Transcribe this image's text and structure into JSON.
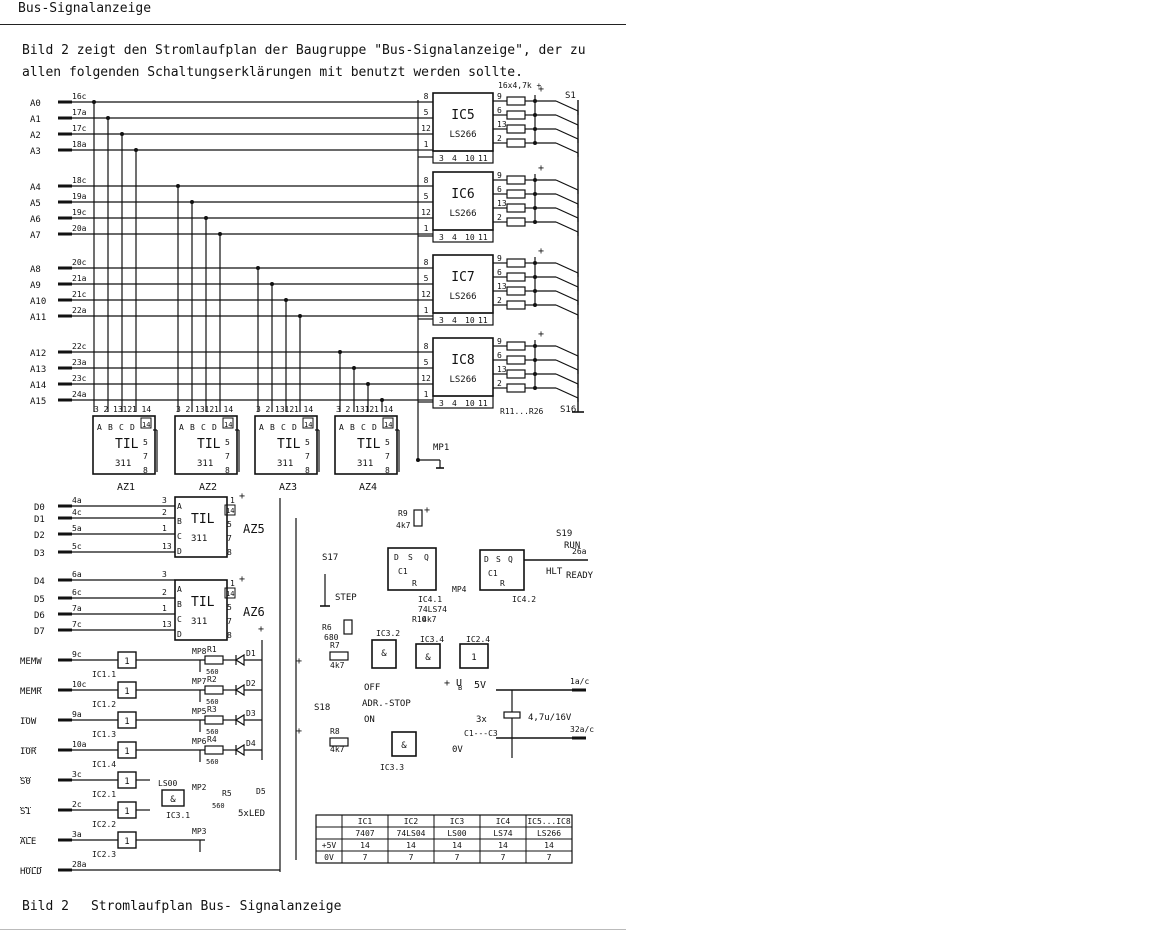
{
  "header": "Bus-Signalanzeige",
  "intro": "Bild 2 zeigt den Stromlaufplan der Baugruppe \"Bus-Signalanzeige\", der zu allen folgenden Schaltungserklärungen mit benutzt werden sollte.",
  "caption": {
    "number": "Bild 2",
    "text": "Stromlaufplan Bus- Signalanzeige"
  },
  "address_lines": [
    {
      "signal": "A0",
      "pin": "16c"
    },
    {
      "signal": "A1",
      "pin": "17a"
    },
    {
      "signal": "A2",
      "pin": "17c"
    },
    {
      "signal": "A3",
      "pin": "18a"
    },
    {
      "signal": "A4",
      "pin": "18c"
    },
    {
      "signal": "A5",
      "pin": "19a"
    },
    {
      "signal": "A6",
      "pin": "19c"
    },
    {
      "signal": "A7",
      "pin": "20a"
    },
    {
      "signal": "A8",
      "pin": "20c"
    },
    {
      "signal": "A9",
      "pin": "21a"
    },
    {
      "signal": "A10",
      "pin": "21c"
    },
    {
      "signal": "A11",
      "pin": "22a"
    },
    {
      "signal": "A12",
      "pin": "22c"
    },
    {
      "signal": "A13",
      "pin": "23a"
    },
    {
      "signal": "A14",
      "pin": "23c"
    },
    {
      "signal": "A15",
      "pin": "24a"
    }
  ],
  "data_lines": [
    {
      "signal": "D0",
      "pin": "4a"
    },
    {
      "signal": "D1",
      "pin": "4c"
    },
    {
      "signal": "D2",
      "pin": "5a"
    },
    {
      "signal": "D3",
      "pin": "5c"
    },
    {
      "signal": "D4",
      "pin": "6a"
    },
    {
      "signal": "D5",
      "pin": "6c"
    },
    {
      "signal": "D6",
      "pin": "7a"
    },
    {
      "signal": "D7",
      "pin": "7c"
    }
  ],
  "control_lines": [
    {
      "signal": "MEMW",
      "pin": "9c",
      "gate": "IC1.1",
      "mp": "MP8",
      "res": "R1",
      "rv": "560",
      "led": "D1"
    },
    {
      "signal": "MEMR",
      "pin": "10c",
      "gate": "IC1.2",
      "mp": "MP7",
      "res": "R2",
      "rv": "560",
      "led": "D2"
    },
    {
      "signal": "IOW",
      "pin": "9a",
      "gate": "IC1.3",
      "mp": "MP5",
      "res": "R3",
      "rv": "560",
      "led": "D3"
    },
    {
      "signal": "IOR",
      "pin": "10a",
      "gate": "IC1.4",
      "mp": "MP6",
      "res": "R4",
      "rv": "560",
      "led": "D4"
    },
    {
      "signal": "S0",
      "pin": "3c",
      "gate": "IC2.1"
    },
    {
      "signal": "S1",
      "pin": "2c",
      "gate": "IC2.2"
    },
    {
      "signal": "ALE",
      "pin": "3a",
      "gate": "IC2.3",
      "mp": "MP3"
    },
    {
      "signal": "HOLD",
      "pin": "28a"
    }
  ],
  "comparators": [
    {
      "name": "IC5",
      "type": "LS266"
    },
    {
      "name": "IC6",
      "type": "LS266"
    },
    {
      "name": "IC7",
      "type": "LS266"
    },
    {
      "name": "IC8",
      "type": "LS266"
    }
  ],
  "comparator_in_pins": [
    "8",
    "5",
    "12",
    "1"
  ],
  "comparator_out_pins": [
    "9",
    "6",
    "13",
    "2"
  ],
  "comparator_bottom_pins": [
    "3",
    "4",
    "10",
    "11"
  ],
  "displays": [
    {
      "name": "AZ1",
      "type": "TIL",
      "num": "311"
    },
    {
      "name": "AZ2",
      "type": "TIL",
      "num": "311"
    },
    {
      "name": "AZ3",
      "type": "TIL",
      "num": "311"
    },
    {
      "name": "AZ4",
      "type": "TIL",
      "num": "311"
    },
    {
      "name": "AZ5",
      "type": "TIL",
      "num": "311"
    },
    {
      "name": "AZ6",
      "type": "TIL",
      "num": "311"
    }
  ],
  "display_top_pins": [
    "3",
    "2",
    "13",
    "12",
    "1",
    "14"
  ],
  "display_inputs": [
    "A",
    "B",
    "C",
    "D"
  ],
  "display_right_pins": [
    "5",
    "7",
    "8"
  ],
  "resistor_network": {
    "value": "16x4,7k",
    "range": "R11...R26"
  },
  "switches": {
    "first": "S1",
    "last": "S16"
  },
  "misc": {
    "plus": "+",
    "mp1": "MP1",
    "mp2": "MP2",
    "mp4": "MP4",
    "r9": "R9",
    "r9v": "4k7",
    "r10": "R10",
    "r10v": "4k7",
    "r6": "R6",
    "r6v": "680",
    "r7": "R7",
    "r7v": "4k7",
    "r8": "R8",
    "r8v": "4k7",
    "r5": "R5",
    "r5v": "560",
    "d5": "D5",
    "led5": "5xLED",
    "s17": "S17",
    "step": "STEP",
    "s18": "S18",
    "off": "OFF",
    "on": "ON",
    "adrstop": "ADR.-STOP",
    "s19": "S19",
    "run": "RUN",
    "hlt": "HLT",
    "ready": "READY",
    "pin26a": "26a",
    "ic41": "IC4.1",
    "ic42": "IC4.2",
    "ls74": "74LS74",
    "ic32": "IC3.2",
    "ic34": "IC3.4",
    "ic24": "IC2.4",
    "ic33": "IC3.3",
    "ic31": "IC3.1",
    "ls00": "LS00",
    "ub": "+ U",
    "ubsub": "B",
    "v5": "5V",
    "pin1ac": "1a/c",
    "pin32ac": "32a/c",
    "cap": "4,7u/16V",
    "cap3x": "3x",
    "caps": "C1---C3",
    "zero": "0V"
  },
  "ic_table": {
    "headers": [
      "",
      "IC1",
      "IC2",
      "IC3",
      "IC4",
      "IC5...IC8"
    ],
    "rows": [
      [
        "",
        "7407",
        "74LS04",
        "LS00",
        "LS74",
        "LS266"
      ],
      [
        "+5V",
        "14",
        "14",
        "14",
        "14",
        "14"
      ],
      [
        "0V",
        "7",
        "7",
        "7",
        "7",
        "7"
      ]
    ]
  }
}
